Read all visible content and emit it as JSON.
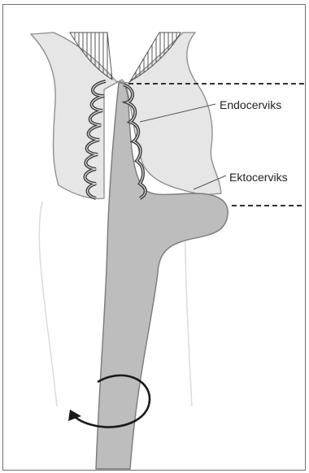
{
  "labels": {
    "endocervix": "Endocerviks",
    "ectocervix": "Ektocerviks"
  },
  "colors": {
    "tissue_fill": "#e6e6e6",
    "brush_fill": "#bdbdbd",
    "outline": "#7a7a7a",
    "coil": "#3d3d3d",
    "hatch": "#555555",
    "lower_outline": "#d9d9d9"
  },
  "icons": {
    "rotation_arrow": "circular-arrow"
  }
}
